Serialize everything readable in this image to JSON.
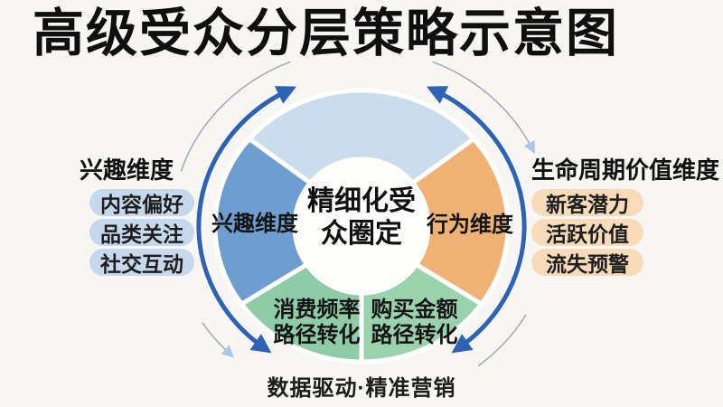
{
  "title": "高级受众分层策略示意图",
  "wheel": {
    "center_label": {
      "line1": "精细化受",
      "line2": "众圈定"
    },
    "segments": [
      {
        "name": "top-segment",
        "label": "",
        "color": "#cbdded"
      },
      {
        "name": "behavior-dimension",
        "label": "行为维度",
        "color": "#f0b175"
      },
      {
        "name": "purchase-amount",
        "line1": "购买金额",
        "line2": "路径转化",
        "color": "#9bd2ae"
      },
      {
        "name": "consumption-frequency",
        "line1": "消费频率",
        "line2": "路径转化",
        "color": "#8ecba6"
      },
      {
        "name": "interest-dimension",
        "label": "兴趣维度",
        "color": "#6d9ecf"
      }
    ]
  },
  "left_panel": {
    "heading": "兴趣维度",
    "items": [
      "内容偏好",
      "品类关注",
      "社交互动"
    ],
    "pill_color": "#c6d9ec"
  },
  "right_panel": {
    "heading": "生命周期价值维度",
    "items": [
      "新客潜力",
      "活跃价值",
      "流失预警"
    ],
    "pill_color": "#f8dcba"
  },
  "footer": {
    "caption": "数据驱动·精准营销"
  },
  "colors": {
    "background": "#f7f6f2",
    "title_text": "#0f0f0f",
    "arrow_blue": "#2e62b4",
    "arrow_gray_line": "#9fa8ba",
    "arrow_gray_head": "#a9c7ea",
    "center_circle": "#fdfdfc"
  }
}
